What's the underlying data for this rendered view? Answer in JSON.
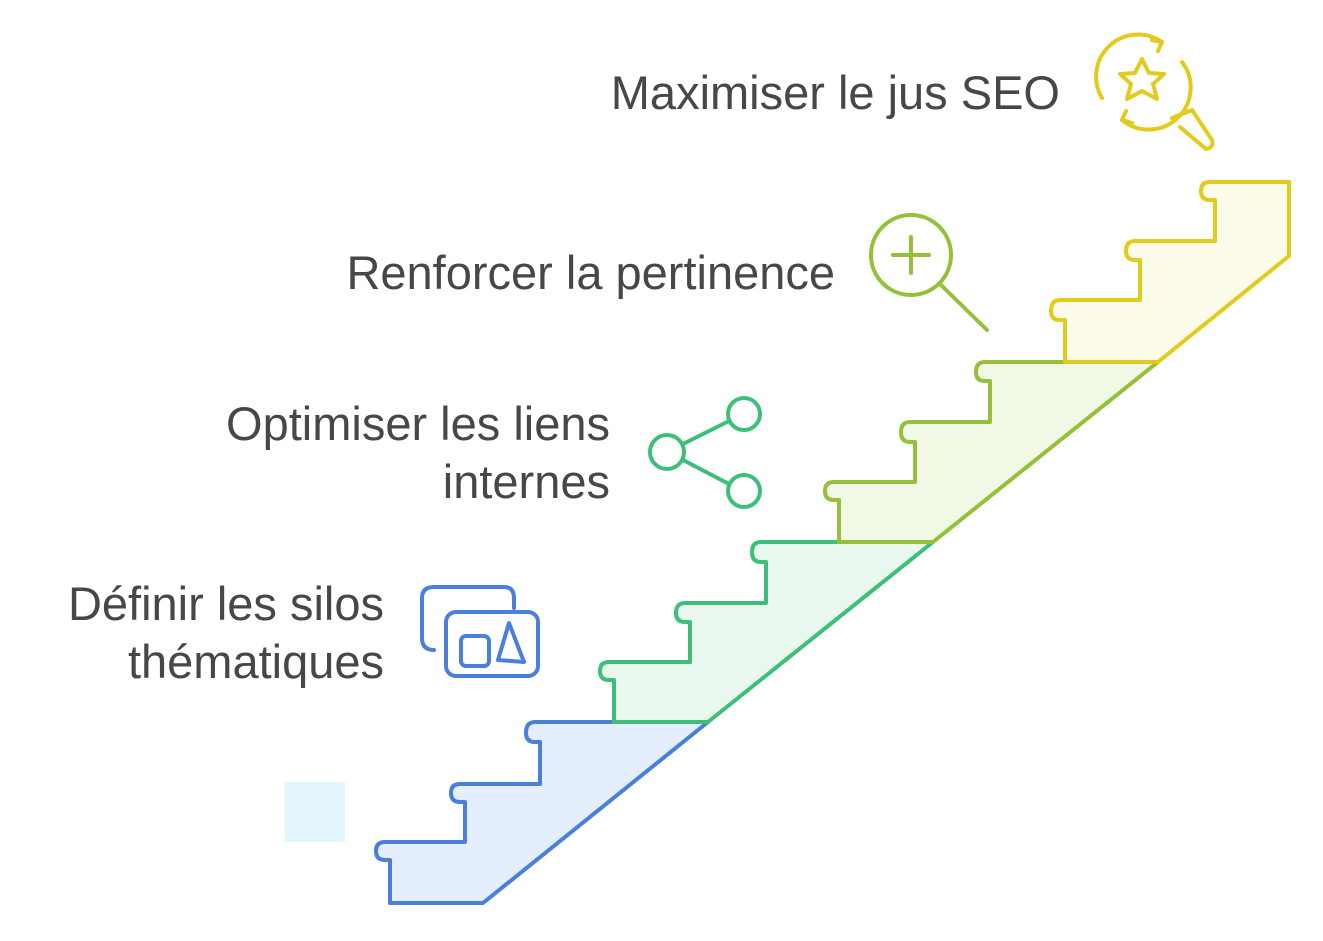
{
  "steps": [
    {
      "lines": [
        "Définir les silos",
        "thématiques"
      ],
      "icon": "folders-shapes-icon",
      "color": "#4A80DC",
      "fill": "#E5EEFC"
    },
    {
      "lines": [
        "Optimiser les liens",
        "internes"
      ],
      "icon": "share-nodes-icon",
      "color": "#3DBF7A",
      "fill": "#E8F8EE"
    },
    {
      "lines": [
        "Renforcer la pertinence"
      ],
      "icon": "zoom-in-icon",
      "color": "#95C03A",
      "fill": "#F2F8E6"
    },
    {
      "lines": [
        "Maximiser le jus SEO"
      ],
      "icon": "star-search-refresh-icon",
      "color": "#E2CB1C",
      "fill": "#FDFBEA"
    }
  ],
  "decor": {
    "square_color": "#E3F6FD"
  }
}
